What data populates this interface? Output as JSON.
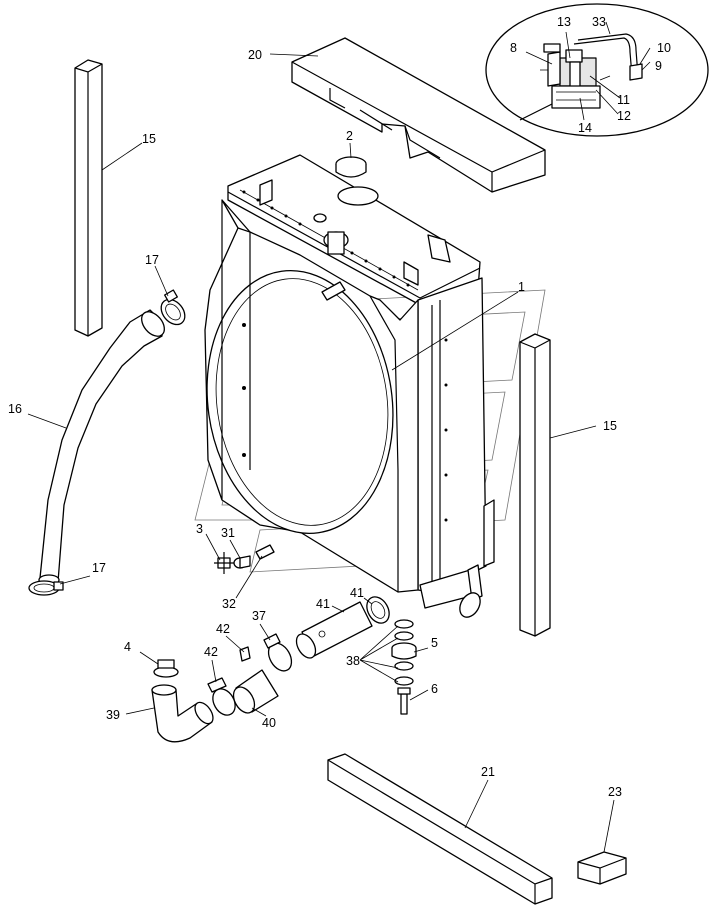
{
  "callouts": [
    {
      "id": "c20",
      "text": "20"
    },
    {
      "id": "c2",
      "text": "2"
    },
    {
      "id": "c15a",
      "text": "15"
    },
    {
      "id": "c15b",
      "text": "15"
    },
    {
      "id": "c17a",
      "text": "17"
    },
    {
      "id": "c17b",
      "text": "17"
    },
    {
      "id": "c16",
      "text": "16"
    },
    {
      "id": "c1",
      "text": "1"
    },
    {
      "id": "c3",
      "text": "3"
    },
    {
      "id": "c31",
      "text": "31"
    },
    {
      "id": "c32",
      "text": "32"
    },
    {
      "id": "c41a",
      "text": "41"
    },
    {
      "id": "c41b",
      "text": "41"
    },
    {
      "id": "c37",
      "text": "37"
    },
    {
      "id": "c42a",
      "text": "42"
    },
    {
      "id": "c42b",
      "text": "42"
    },
    {
      "id": "c39",
      "text": "39"
    },
    {
      "id": "c40",
      "text": "40"
    },
    {
      "id": "c38",
      "text": "38"
    },
    {
      "id": "c5",
      "text": "5"
    },
    {
      "id": "c6",
      "text": "6"
    },
    {
      "id": "c4",
      "text": "4"
    },
    {
      "id": "c21",
      "text": "21"
    },
    {
      "id": "c23",
      "text": "23"
    },
    {
      "id": "c13",
      "text": "13"
    },
    {
      "id": "c33",
      "text": "33"
    },
    {
      "id": "c8",
      "text": "8"
    },
    {
      "id": "c10",
      "text": "10"
    },
    {
      "id": "c9",
      "text": "9"
    },
    {
      "id": "c11",
      "text": "11"
    },
    {
      "id": "c12",
      "text": "12"
    },
    {
      "id": "c14",
      "text": "14"
    }
  ]
}
